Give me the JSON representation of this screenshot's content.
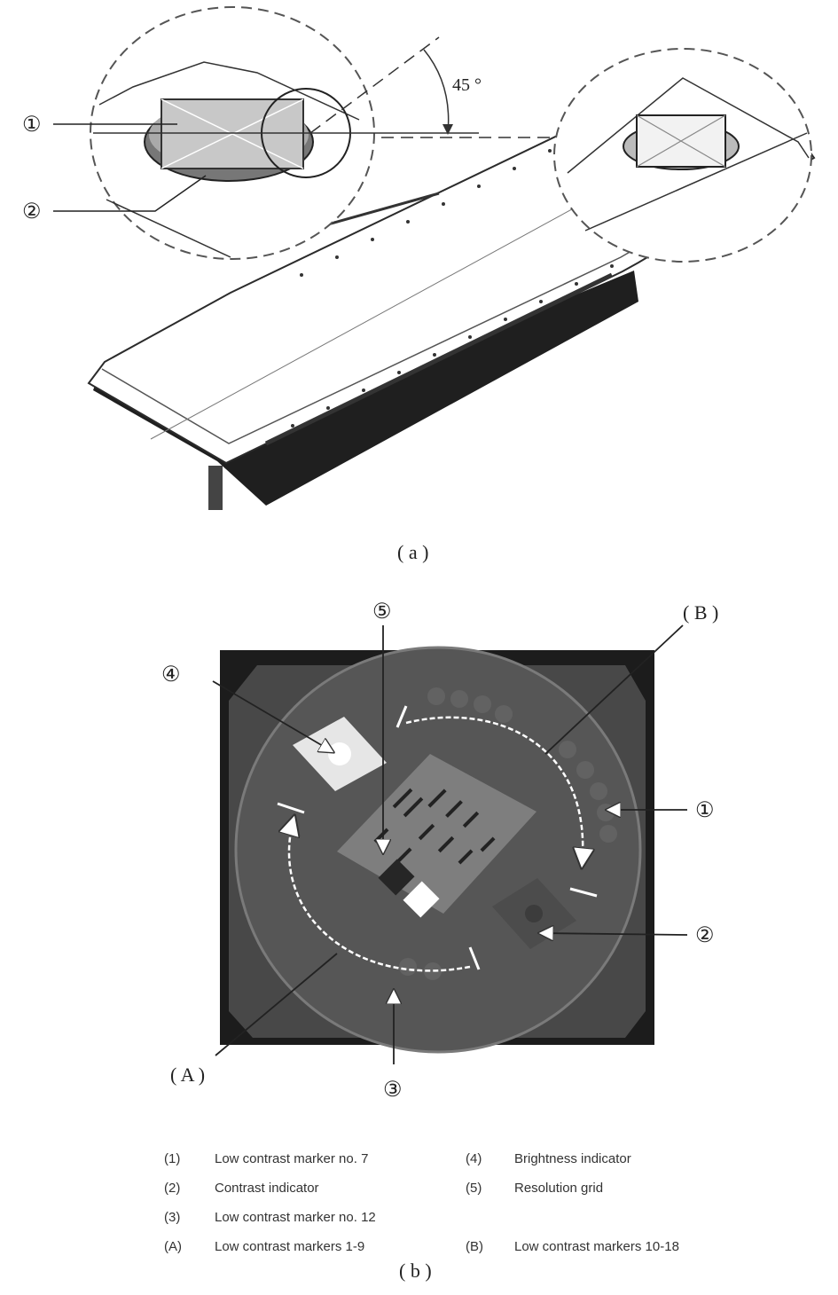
{
  "figure_a": {
    "caption": "( a )",
    "angle_label": "45 °",
    "callouts": [
      "①",
      "②"
    ]
  },
  "figure_b": {
    "caption": "( b )",
    "callouts": {
      "c1": "①",
      "c2": "②",
      "c3": "③",
      "c4": "④",
      "c5": "⑤",
      "A": "( A )",
      "B": "( B )"
    },
    "legend": [
      {
        "key": "(1)",
        "text": "Low contrast marker no. 7",
        "key2": "(4)",
        "text2": "Brightness indicator"
      },
      {
        "key": "(2)",
        "text": "Contrast indicator",
        "key2": "(5)",
        "text2": "Resolution grid"
      },
      {
        "key": "(3)",
        "text": "Low contrast marker no. 12",
        "key2": "",
        "text2": ""
      },
      {
        "key": "(A)",
        "text": "Low contrast markers 1-9",
        "key2": "(B)",
        "text2": "Low contrast markers 10-18"
      }
    ]
  }
}
